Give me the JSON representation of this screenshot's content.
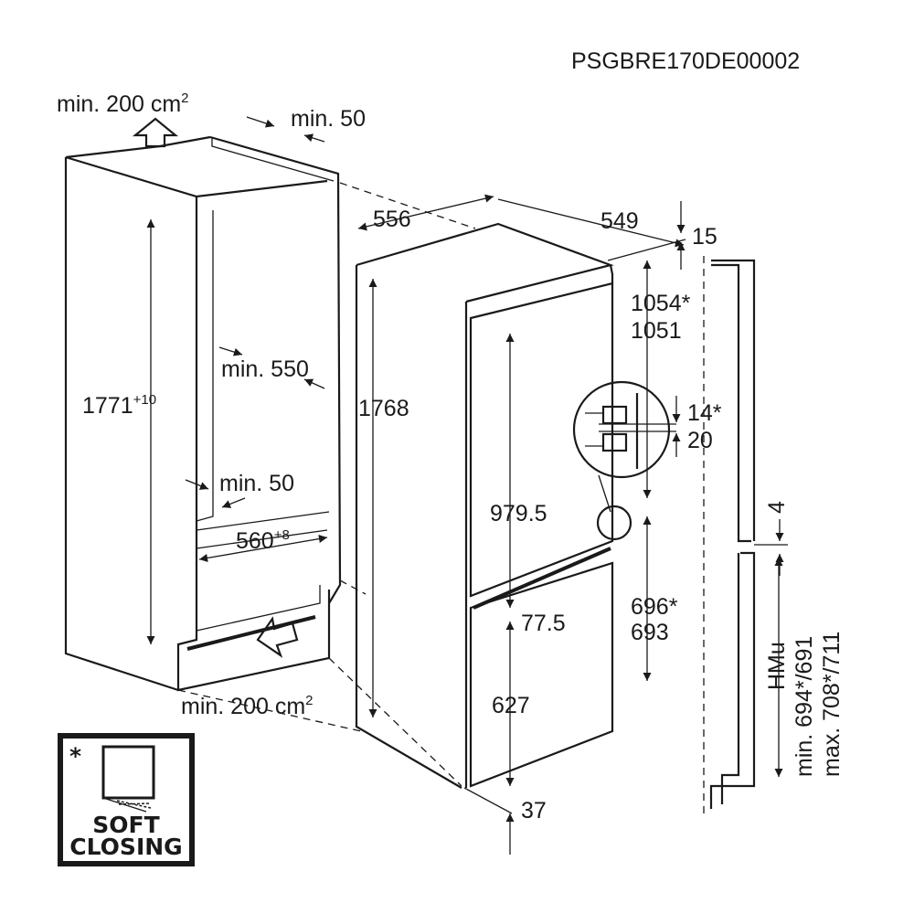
{
  "product_code": "PSGBRE170DE00002",
  "niche": {
    "vent_top": {
      "text": "min. 200 cm",
      "sup": "2"
    },
    "vent_bottom": {
      "text": "min. 200 cm",
      "sup": "2"
    },
    "top_gap": "min. 50",
    "height": {
      "text": "1771",
      "sup": "+10"
    },
    "depth": "min. 550",
    "side_gap": "min. 50",
    "width": {
      "text": "560",
      "sup": "+8"
    }
  },
  "appliance": {
    "width": "556",
    "depth": "549",
    "top_offset": "15",
    "height": "1768",
    "upper_door_height_a": "1054*",
    "upper_door_height_b": "1051",
    "upper_door_inner": "979.5",
    "hinge_gap_a": "14*",
    "hinge_gap_b": "20",
    "lower_door_height_a": "696*",
    "lower_door_height_b": "693",
    "door_gap": "77.5",
    "lower_door_inner": "627",
    "bottom_offset": "37"
  },
  "side_view": {
    "gap": "4",
    "hmu_label": "HMu",
    "hmu_min": "min. 694*/691",
    "hmu_max": "max. 708*/711"
  },
  "badge": {
    "asterisk": "*",
    "line1": "SOFT",
    "line2": "CLOSING"
  }
}
